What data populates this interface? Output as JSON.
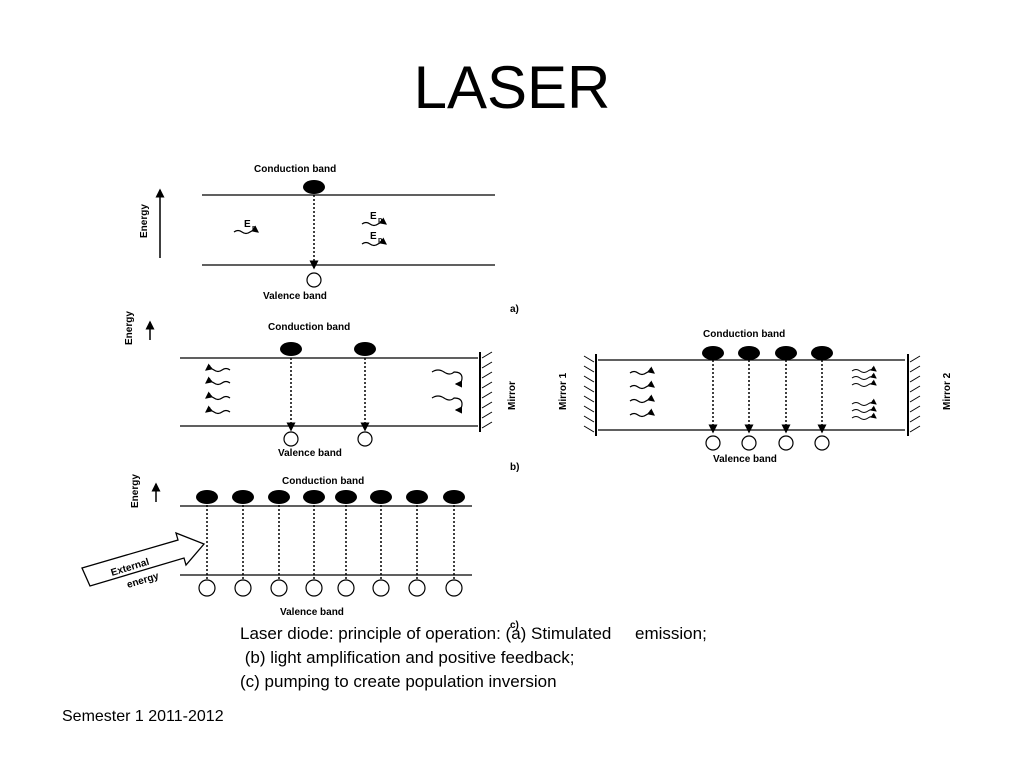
{
  "slide": {
    "title": "LASER",
    "caption_lines": [
      "Laser diode: principle of operation: (a) Stimulated     emission;",
      " (b) light amplification and positive feedback;",
      "(c) pumping to create population inversion"
    ],
    "footer": "Semester 1 2011-2012"
  },
  "diagram": {
    "conduction_band": "Conduction band",
    "valence_band": "Valence band",
    "energy_label": "Energy",
    "photon_label": "E",
    "photon_subscript": "p",
    "mirror_label": "Mirror",
    "mirror1_label": "Mirror 1",
    "mirror2_label": "Mirror 2",
    "external_energy_line1": "External",
    "external_energy_line2": "energy",
    "panel_a": "a)",
    "panel_b": "b)",
    "panel_c": "c)"
  }
}
